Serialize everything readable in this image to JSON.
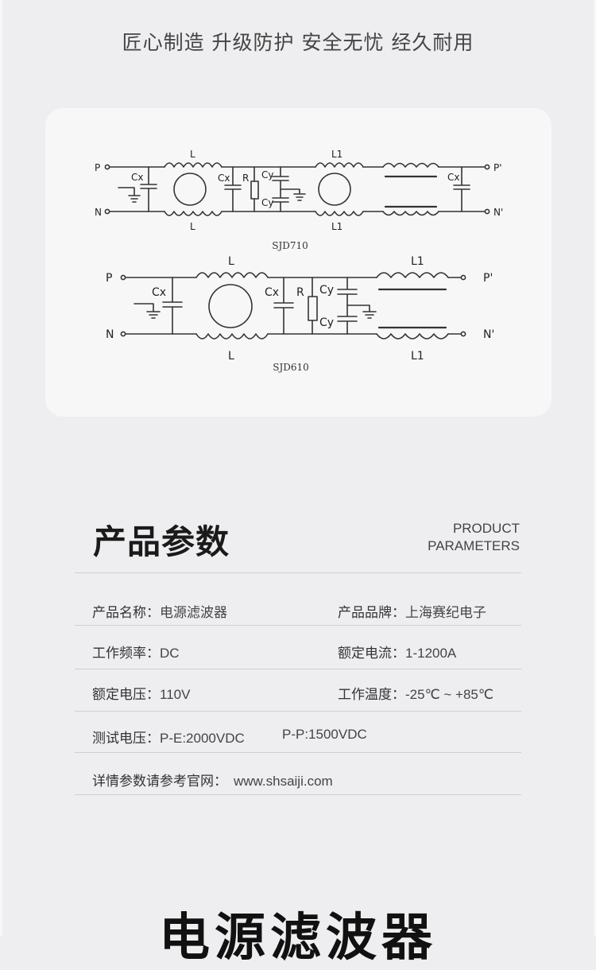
{
  "slogan": "匠心制造 升级防护 安全无忧 经久耐用",
  "diagrams": [
    {
      "caption": "SJD710",
      "labels": {
        "p": "P",
        "n": "N",
        "p_out": "P'",
        "n_out": "N'",
        "cx1": "Cx",
        "cx2": "Cx",
        "cx3": "Cx",
        "r": "R",
        "cy1": "Cy",
        "cy2": "Cy",
        "l_top": "L",
        "l_bottom": "L",
        "l1_top": "L1",
        "l1_bottom": "L1"
      }
    },
    {
      "caption": "SJD610",
      "labels": {
        "p": "P",
        "n": "N",
        "p_out": "P'",
        "n_out": "N'",
        "cx1": "Cx",
        "cx2": "Cx",
        "r": "R",
        "cy1": "Cy",
        "cy2": "Cy",
        "l_top": "L",
        "l_bottom": "L",
        "l1_top": "L1",
        "l1_bottom": "L1"
      }
    }
  ],
  "params": {
    "title": "产品参数",
    "title_en_line1": "PRODUCT",
    "title_en_line2": "PARAMETERS",
    "rows": [
      {
        "left_key": "产品名称：",
        "left_value": "电源滤波器",
        "right_key": "产品品牌：",
        "right_value": "上海赛纪电子"
      },
      {
        "left_key": "工作频率：",
        "left_value": "DC",
        "right_key": "额定电流：",
        "right_value": "1-1200A"
      },
      {
        "left_key": "额定电压：",
        "left_value": "110V",
        "right_key": "工作温度：",
        "right_value": "-25℃ ~ +85℃"
      },
      {
        "left_key": "测试电压：",
        "left_value": "P-E:2000VDC",
        "left_value2": "P-P:1500VDC"
      },
      {
        "left_key": "详情参数请参考官网：",
        "left_value": "www.shsaiji.com"
      }
    ]
  },
  "bottom_title": "电源滤波器"
}
